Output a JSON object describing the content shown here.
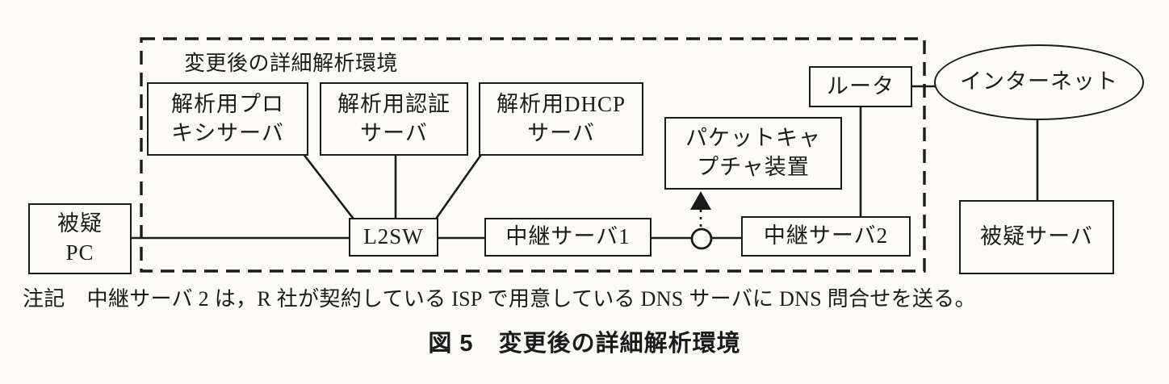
{
  "colors": {
    "paper": "#fbfaf7",
    "ink": "#1b1b1b"
  },
  "figure": {
    "env_box_label": "変更後の詳細解析環境",
    "nodes": {
      "suspect_pc": {
        "lines": [
          "被疑",
          "PC"
        ]
      },
      "proxy_server": {
        "lines": [
          "解析用プロ",
          "キシサーバ"
        ]
      },
      "auth_server": {
        "lines": [
          "解析用認証",
          "サーバ"
        ]
      },
      "dhcp_server": {
        "lines": [
          "解析用DHCP",
          "サーバ"
        ]
      },
      "l2sw": {
        "lines": [
          "L2SW"
        ]
      },
      "relay_server_1": {
        "lines": [
          "中継サーバ1"
        ]
      },
      "packet_capture": {
        "lines": [
          "パケットキャ",
          "プチャ装置"
        ]
      },
      "relay_server_2": {
        "lines": [
          "中継サーバ2"
        ]
      },
      "router": {
        "lines": [
          "ルータ"
        ]
      },
      "internet": {
        "lines": [
          "インターネット"
        ]
      },
      "suspect_server": {
        "lines": [
          "被疑サーバ"
        ]
      }
    },
    "note": {
      "label": "注記",
      "text": "中継サーバ 2 は，R 社が契約している ISP で用意している DNS サーバに DNS 問合せを送る。"
    },
    "caption": {
      "number": "図 5",
      "title": "変更後の詳細解析環境"
    }
  }
}
